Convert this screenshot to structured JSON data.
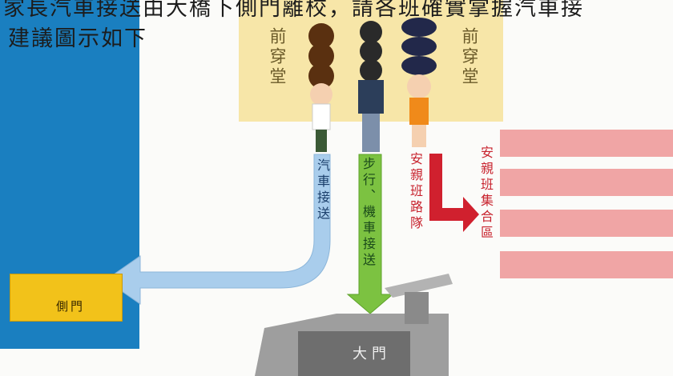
{
  "notice": {
    "line1": "家長汽車接送由大橋下側門離校，請各班確實掌握汽車接",
    "line2": "建議圖示如下"
  },
  "hall_left": "前穿堂",
  "hall_right": "前穿堂",
  "side_gate": "側門",
  "car_pickup": "汽車接送",
  "walk_scooter": "步行、機車接送",
  "after_school_route": "安親班路隊",
  "after_school_area": "安親班集合區",
  "main_gate": "大門",
  "colors": {
    "blue_panel": "#1a7fc0",
    "yellow_panel": "#f7e6a8",
    "car_arrow": "#a9cdec",
    "walk_arrow": "#7cc241",
    "route_arrow": "#d0202e",
    "assembly_area": "#f0a5a5"
  }
}
